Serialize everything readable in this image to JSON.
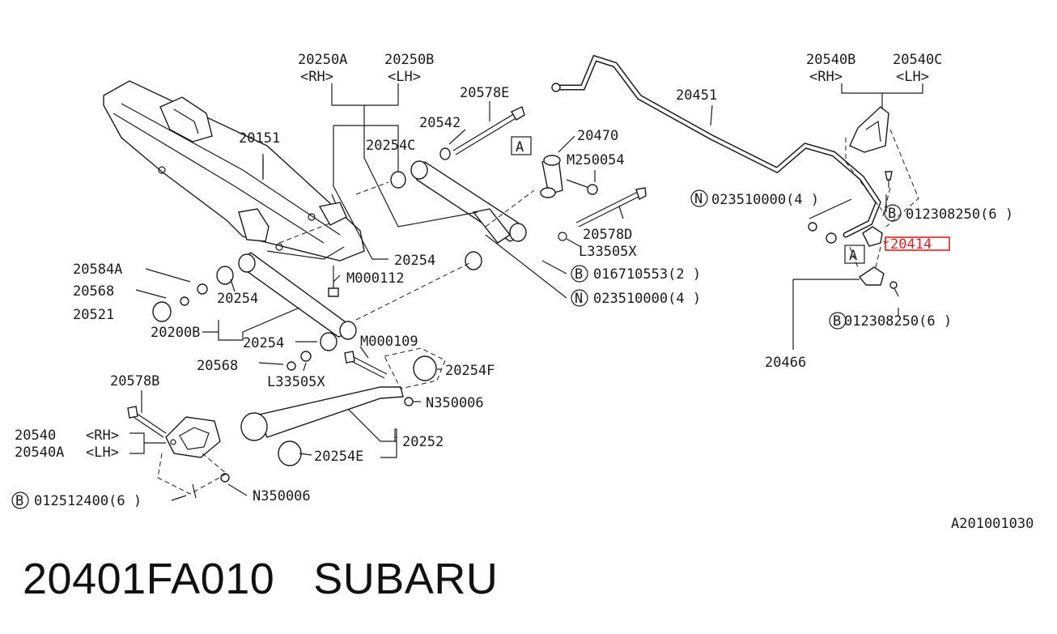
{
  "diagram": {
    "labels": {
      "p20250A": "20250A",
      "p20250A_side": "<RH>",
      "p20250B": "20250B",
      "p20250B_side": "<LH>",
      "p20578E": "20578E",
      "p20451": "20451",
      "p20540B": "20540B",
      "p20540B_side": "<RH>",
      "p20540C": "20540C",
      "p20540C_side": "<LH>",
      "p20151": "20151",
      "p20542": "20542",
      "p20254C": "20254C",
      "p20470": "20470",
      "pM250054": "M250054",
      "box_A1": "A",
      "n023510000_top_code": "023510000(4 )",
      "n023510000_top_mark": "N",
      "b012308250_top_code": "012308250(6 )",
      "b012308250_top_mark": "B",
      "p20578D": "20578D",
      "pL33505X_1": "L33505X",
      "p20414": "20414",
      "box_A2": "A",
      "p20254_a": "20254",
      "p20584A": "20584A",
      "pM000112": "M000112",
      "b016710553_code": "016710553(2 )",
      "b016710553_mark": "B",
      "p20568_a": "20568",
      "p20254_b": "20254",
      "n023510000_mid_code": "023510000(4 )",
      "n023510000_mid_mark": "N",
      "p20521": "20521",
      "p20200B": "20200B",
      "b012308250_bot_code": "012308250(6 )",
      "b012308250_bot_mark": "B",
      "p20254_c": "20254",
      "pM000109": "M000109",
      "p20466": "20466",
      "p20568_b": "20568",
      "p20254F": "20254F",
      "pL33505X_2": "L33505X",
      "p20578B": "20578B",
      "pN350006_a": "N350006",
      "p20540": "20540",
      "p20540_side": "<RH>",
      "p20540A": "20540A",
      "p20540A_side": "<LH>",
      "p20252": "20252",
      "p20254E": "20254E",
      "b012512400_code": "012512400(6 )",
      "b012512400_mark": "B",
      "pN350006_b": "N350006",
      "ref_code": "A201001030"
    },
    "highlight_color": "#e02020"
  },
  "footer": {
    "part_number": "20401FA010",
    "brand": "SUBARU"
  }
}
